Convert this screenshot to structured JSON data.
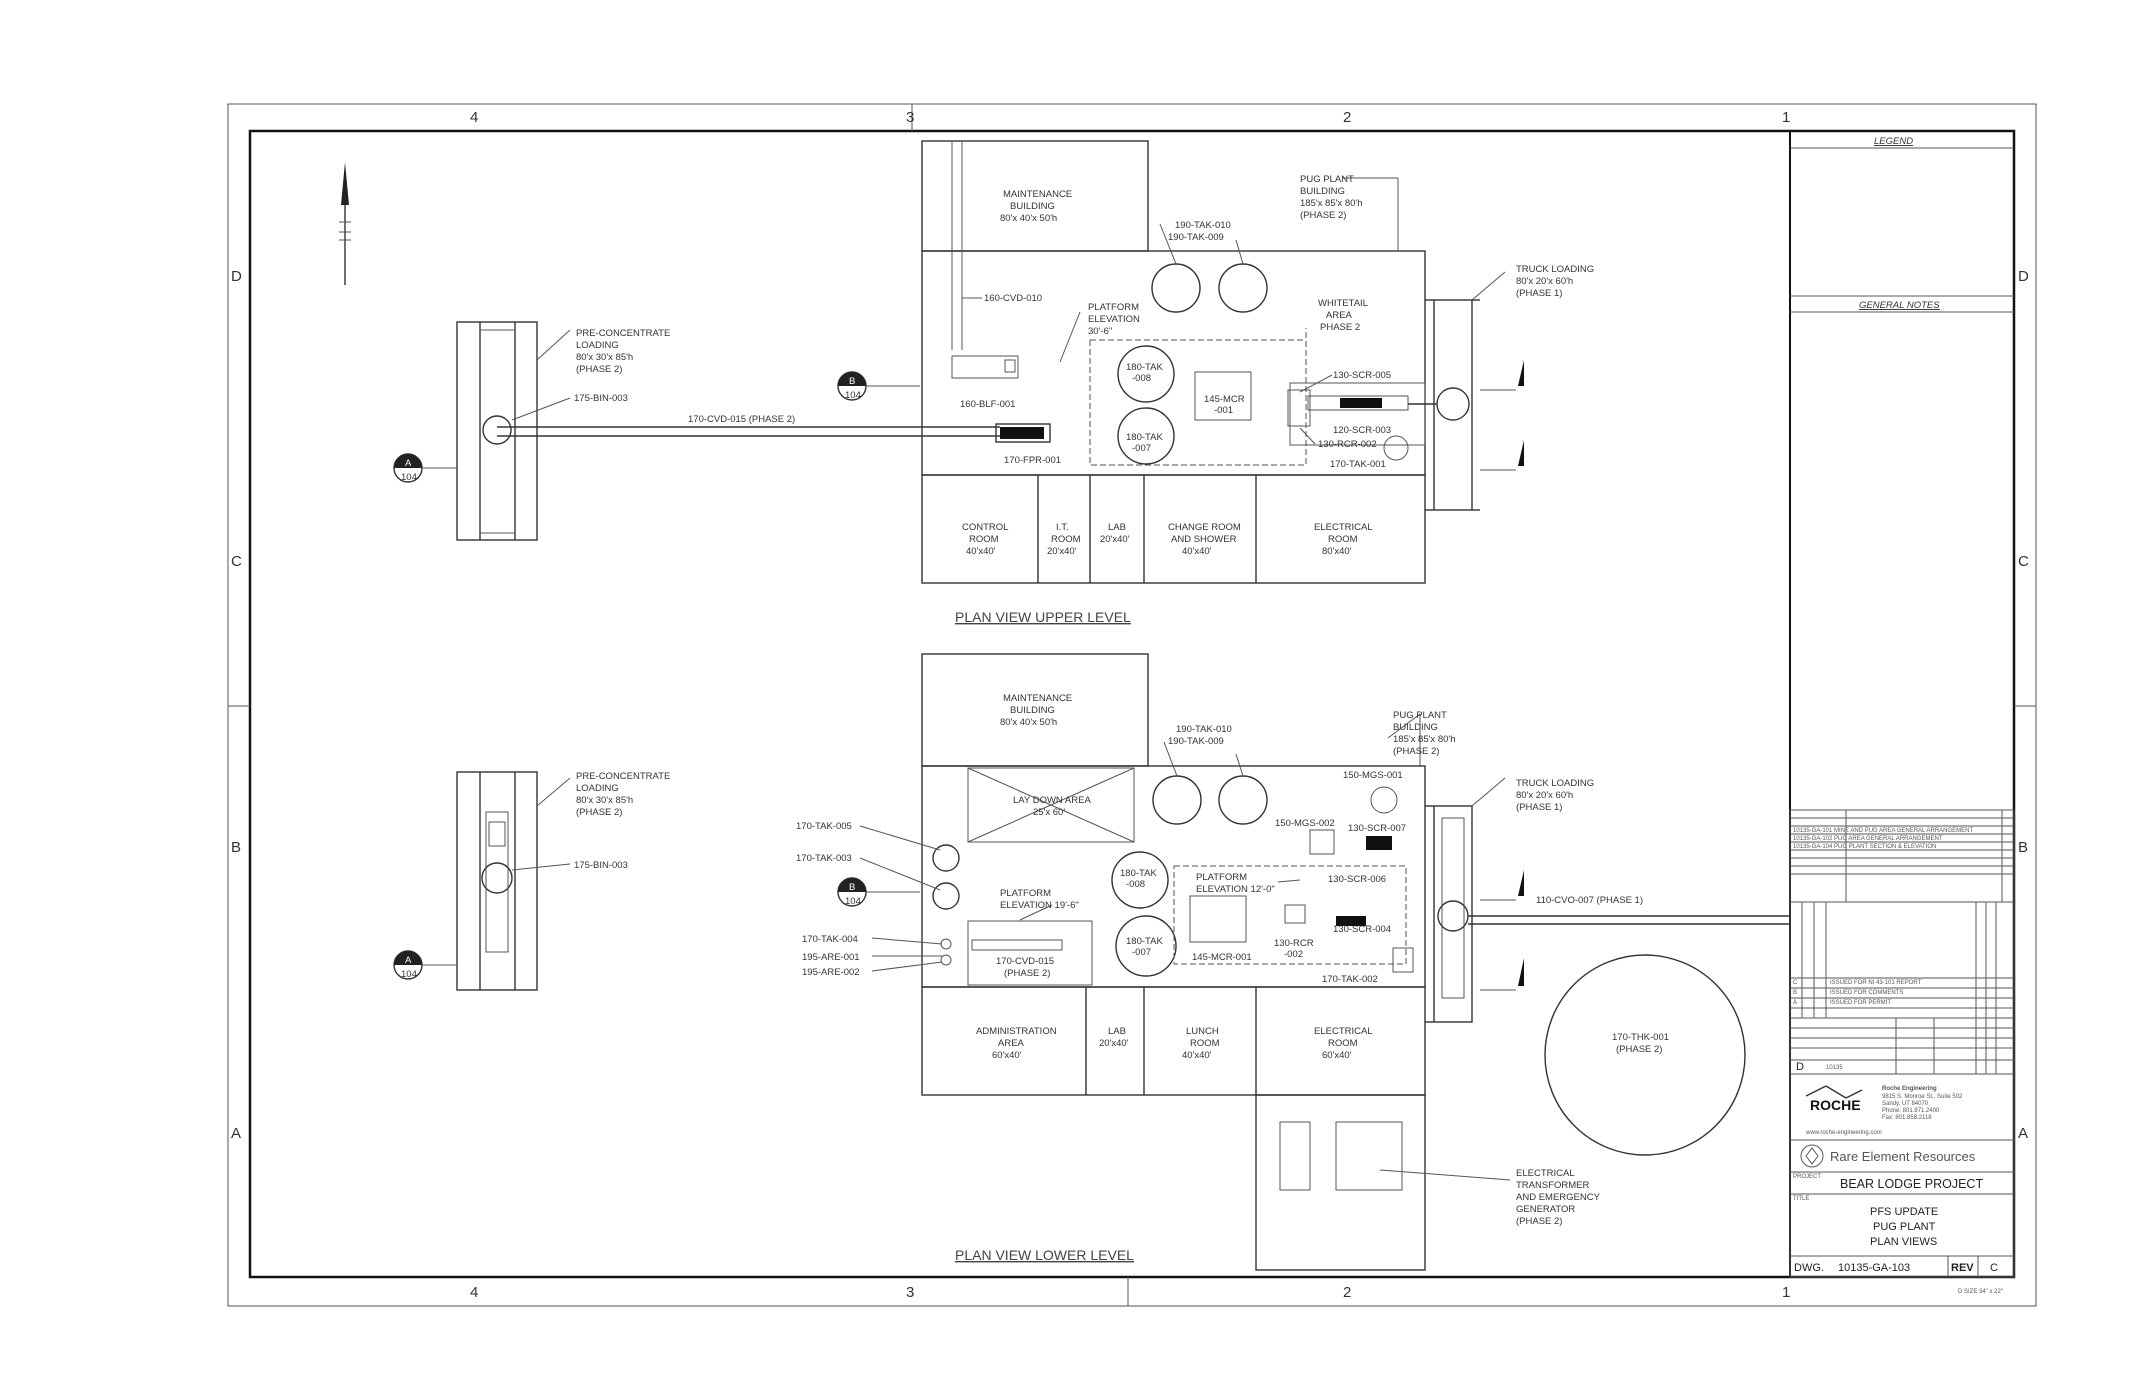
{
  "grid": {
    "columns": [
      "4",
      "3",
      "2",
      "1"
    ],
    "rows": [
      "D",
      "C",
      "B",
      "A"
    ]
  },
  "views": {
    "upper_title": "PLAN VIEW UPPER LEVEL",
    "lower_title": "PLAN VIEW LOWER LEVEL"
  },
  "section_marks": {
    "b_letter": "B",
    "b_sheet": "104",
    "a_letter": "A",
    "a_sheet": "104"
  },
  "upper": {
    "maintenance": [
      "MAINTENANCE",
      "BUILDING",
      "80'x 40'x 50'h"
    ],
    "pug_building": [
      "PUG PLANT",
      "BUILDING",
      "185'x 85'x 80'h",
      "(PHASE 2)"
    ],
    "tak_010": "190-TAK-010",
    "tak_009": "190-TAK-009",
    "cvd_010": "160-CVD-010",
    "platform": [
      "PLATFORM",
      "ELEVATION",
      "30'-6\""
    ],
    "whitetail": [
      "WHITETAIL",
      "AREA",
      "PHASE 2"
    ],
    "truck_loading": [
      "TRUCK LOADING",
      "80'x 20'x 60'h",
      "(PHASE 1)"
    ],
    "preconc": [
      "PRE-CONCENTRATE",
      "LOADING",
      "80'x 30'x 85'h",
      "(PHASE 2)"
    ],
    "bin_003": "175-BIN-003",
    "cvd_015": "170-CVD-015 (PHASE 2)",
    "tak_008": [
      "180-TAK",
      "-008"
    ],
    "tak_007": [
      "180-TAK",
      "-007"
    ],
    "mcr_001": [
      "145-MCR",
      "-001"
    ],
    "scr_005": "130-SCR-005",
    "scr_003": "120-SCR-003",
    "rcr_002": "130-RCR-002",
    "tak_001": "170-TAK-001",
    "blf_001": "160-BLF-001",
    "fpr_001": "170-FPR-001",
    "rooms": [
      [
        "CONTROL",
        "ROOM",
        "40'x40'"
      ],
      [
        "I.T.",
        "ROOM",
        "20'x40'"
      ],
      [
        "LAB",
        "20'x40'"
      ],
      [
        "CHANGE ROOM",
        "AND SHOWER",
        "40'x40'"
      ],
      [
        "ELECTRICAL",
        "ROOM",
        "80'x40'"
      ]
    ]
  },
  "lower": {
    "maintenance": [
      "MAINTENANCE",
      "BUILDING",
      "80'x 40'x 50'h"
    ],
    "pug_building": [
      "PUG PLANT",
      "BUILDING",
      "185'x 85'x 80'h",
      "(PHASE 2)"
    ],
    "tak_010": "190-TAK-010",
    "tak_009": "190-TAK-009",
    "laydown": [
      "LAY DOWN AREA",
      "25'x 60'"
    ],
    "mgs_001": "150-MGS-001",
    "mgs_002": "150-MGS-002",
    "scr_007": "130-SCR-007",
    "scr_006": "130-SCR-006",
    "scr_004": "130-SCR-004",
    "truck_loading": [
      "TRUCK LOADING",
      "80'x 20'x 60'h",
      "(PHASE 1)"
    ],
    "preconc": [
      "PRE-CONCENTRATE",
      "LOADING",
      "80'x 30'x 85'h",
      "(PHASE 2)"
    ],
    "bin_003": "175-BIN-003",
    "tak_005": "170-TAK-005",
    "tak_003": "170-TAK-003",
    "tak_004": "170-TAK-004",
    "are_001": "195-ARE-001",
    "are_002": "195-ARE-002",
    "platform": [
      "PLATFORM",
      "ELEVATION 19'-6\""
    ],
    "platform2": [
      "PLATFORM",
      "ELEVATION 12'-0\""
    ],
    "tak_008": [
      "180-TAK",
      "-008"
    ],
    "tak_007": [
      "180-TAK",
      "-007"
    ],
    "cvd_015": [
      "170-CVD-015",
      "(PHASE 2)"
    ],
    "mcr_001": "145-MCR-001",
    "rcr_002": [
      "130-RCR",
      "-002"
    ],
    "tak_002": "170-TAK-002",
    "cvo_007": "110-CVO-007 (PHASE 1)",
    "thk_001": [
      "170-THK-001",
      "(PHASE 2)"
    ],
    "electrical_gen": [
      "ELECTRICAL",
      "TRANSFORMER",
      "AND EMERGENCY",
      "GENERATOR",
      "(PHASE 2)"
    ],
    "rooms": [
      [
        "ADMINISTRATION",
        "AREA",
        "60'x40'"
      ],
      [
        "LAB",
        "20'x40'"
      ],
      [
        "LUNCH",
        "ROOM",
        "40'x40'"
      ],
      [
        "ELECTRICAL",
        "ROOM",
        "60'x40'"
      ]
    ]
  },
  "title_block": {
    "legend": "LEGEND",
    "general_notes": "GENERAL NOTES",
    "references": [
      "10135-GA-101  MINE AND PUG AREA GENERAL ARRANGEMENT",
      "10135-GA-102  PUG AREA GENERAL ARRANGEMENT",
      "10135-GA-104  PUG PLANT SECTION & ELEVATION"
    ],
    "revisions": [
      [
        "C",
        "ISSUED FOR NI 43-101 REPORT"
      ],
      [
        "B",
        "ISSUED FOR COMMENTS"
      ],
      [
        "A",
        "ISSUED FOR PERMIT"
      ]
    ],
    "size": "D",
    "job": "10135",
    "company": "Roche Engineering",
    "address": [
      "9815 S. Monroe St., Suite 502",
      "Sandy, UT 84070",
      "Phone: 801.871.2400",
      "Fax: 801.858.2118"
    ],
    "website": "www.roche-engineering.com",
    "roche_logo": "ROCHE",
    "rare_element": "Rare Element Resources",
    "project_label": "PROJECT",
    "project": "BEAR LODGE PROJECT",
    "title_label": "TITLE",
    "title": [
      "PFS UPDATE",
      "PUG PLANT",
      "PLAN VIEWS"
    ],
    "dwg_label": "DWG.",
    "dwg_no": "10135-GA-103",
    "rev_label": "REV",
    "rev": "C",
    "sheet_size": "D SIZE 34\" x 22\""
  }
}
